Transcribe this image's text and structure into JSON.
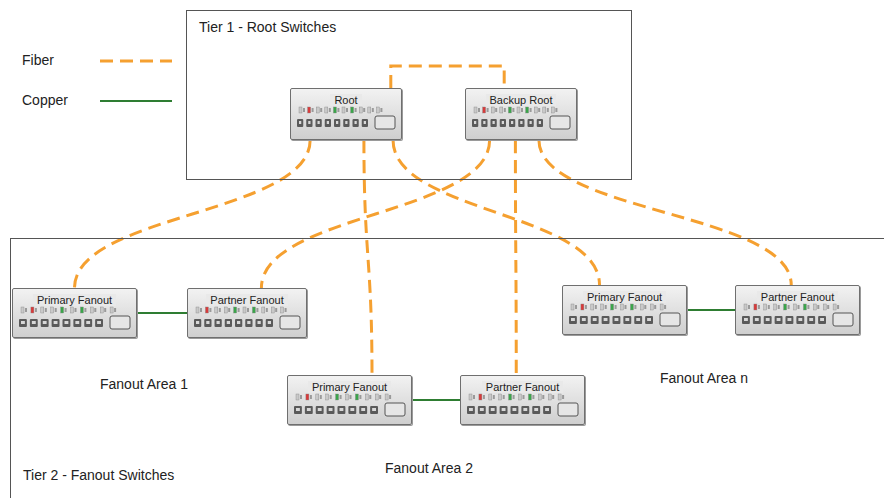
{
  "diagram": {
    "nodes": [
      {
        "text": [
          "Tier 1 - Root Switches"
        ]
      },
      {
        "text": [
          "Root"
        ],
        "in": 0
      },
      {
        "text": [
          "Backup Root"
        ],
        "in": 0
      },
      {
        "text": [
          "Tier 2 - Fanout Switches"
        ]
      },
      {
        "text": [
          "Primary Fanout"
        ],
        "in": 3
      },
      {
        "text": [
          "Partner Fanout"
        ],
        "in": 3
      },
      {
        "text": [
          "Primary Fanout"
        ],
        "in": 3
      },
      {
        "text": [
          "Partner Fanout"
        ],
        "in": 3
      },
      {
        "text": [
          "Primary Fanout"
        ],
        "in": 3
      },
      {
        "text": [
          "Partner Fanout"
        ],
        "in": 3
      }
    ],
    "edges": [
      {
        "from": 1,
        "to": 2,
        "arrow": "none"
      },
      {
        "from": 1,
        "to": 4,
        "arrow": "none"
      },
      {
        "from": 2,
        "to": 5,
        "arrow": "none"
      },
      {
        "from": 1,
        "to": 6,
        "arrow": "none"
      },
      {
        "from": 2,
        "to": 7,
        "arrow": "none"
      },
      {
        "from": 1,
        "to": 8,
        "arrow": "none"
      },
      {
        "from": 2,
        "to": 9,
        "arrow": "none"
      },
      {
        "from": 4,
        "to": 5,
        "arrow": "none"
      },
      {
        "from": 6,
        "to": 7,
        "arrow": "none"
      },
      {
        "from": 8,
        "to": 9,
        "arrow": "none"
      }
    ],
    "labels": [
      "Fanout Area 1",
      "Fanout Area 2",
      "Fanout Area n"
    ],
    "legend": [
      {
        "text": "Fiber"
      },
      {
        "text": "Copper"
      }
    ]
  }
}
